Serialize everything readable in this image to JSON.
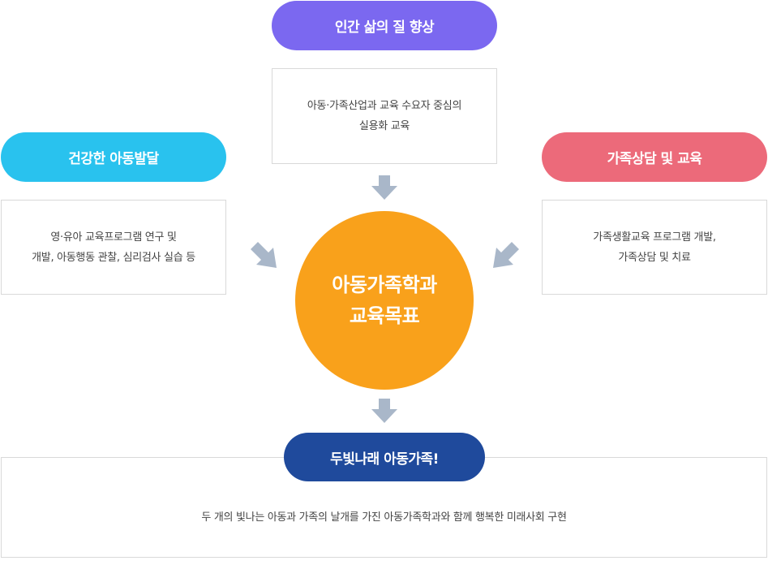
{
  "top": {
    "title": "인간 삶의 질 향상",
    "lines": [
      "아동·가족산업과 교육 수요자 중심의",
      "실용화 교육"
    ],
    "color": "#7b68f0"
  },
  "left": {
    "title": "건강한 아동발달",
    "lines": [
      "영·유아 교육프로그램 연구 및",
      "개발, 아동행동 관찰, 심리검사 실습 등"
    ],
    "color": "#29c2ee"
  },
  "right": {
    "title": "가족상담 및 교육",
    "lines": [
      "가족생활교육 프로그램 개발,",
      "가족상담 및 치료"
    ],
    "color": "#ec6a7a"
  },
  "center": {
    "lines": [
      "아동가족학과",
      "교육목표"
    ],
    "color": "#f9a11b"
  },
  "bottom": {
    "title": "두빛나래 아동가족!",
    "text": "두 개의 빛나는 아동과 가족의 날개를 가진 아동가족학과와 함께 행복한 미래사회 구현",
    "color": "#1f4a9c"
  },
  "arrow_color": "#a9b7c9"
}
